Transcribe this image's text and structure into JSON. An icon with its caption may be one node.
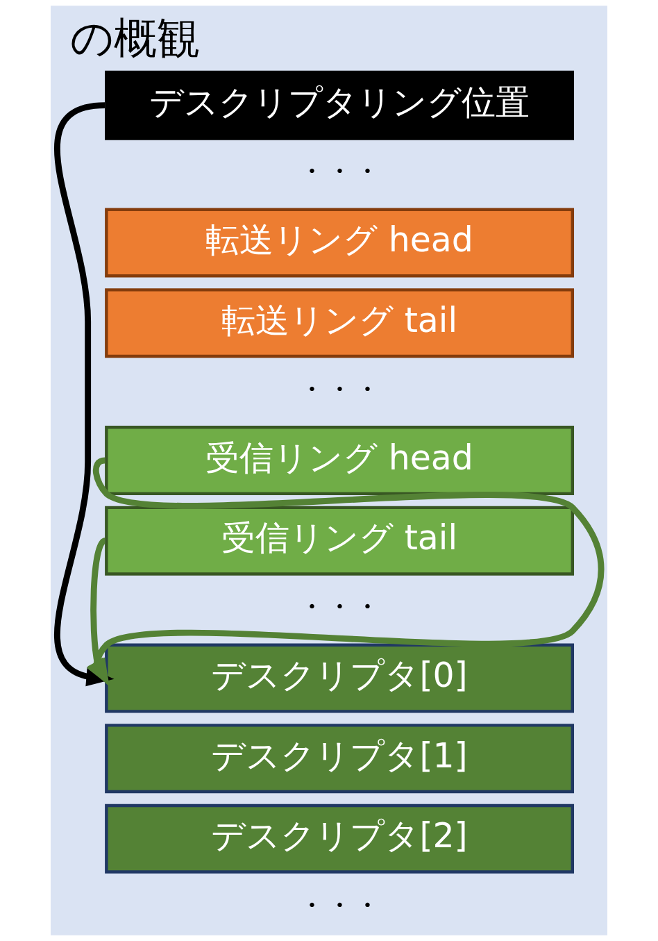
{
  "diagram": {
    "title": "の概観",
    "nodes": [
      {
        "text": [
          "デスクリプタリング位置"
        ]
      },
      {
        "text": [
          "転送リング head"
        ]
      },
      {
        "text": [
          "転送リング tail"
        ]
      },
      {
        "text": [
          "受信リング head"
        ]
      },
      {
        "text": [
          "受信リング tail"
        ]
      },
      {
        "text": [
          "デスクリプタ[0]"
        ]
      },
      {
        "text": [
          "デスクリプタ[1]"
        ]
      },
      {
        "text": [
          "デスクリプタ[2]"
        ]
      }
    ],
    "edges": [
      {
        "from": 0,
        "to": 5,
        "arrow": "to",
        "color": "#000000"
      },
      {
        "from": 3,
        "to": 5,
        "arrow": "to"
      },
      {
        "from": 4,
        "to": 5,
        "arrow": "to"
      }
    ],
    "labels": [
      "・・・",
      "・・・",
      "・・・",
      "・・・"
    ]
  }
}
